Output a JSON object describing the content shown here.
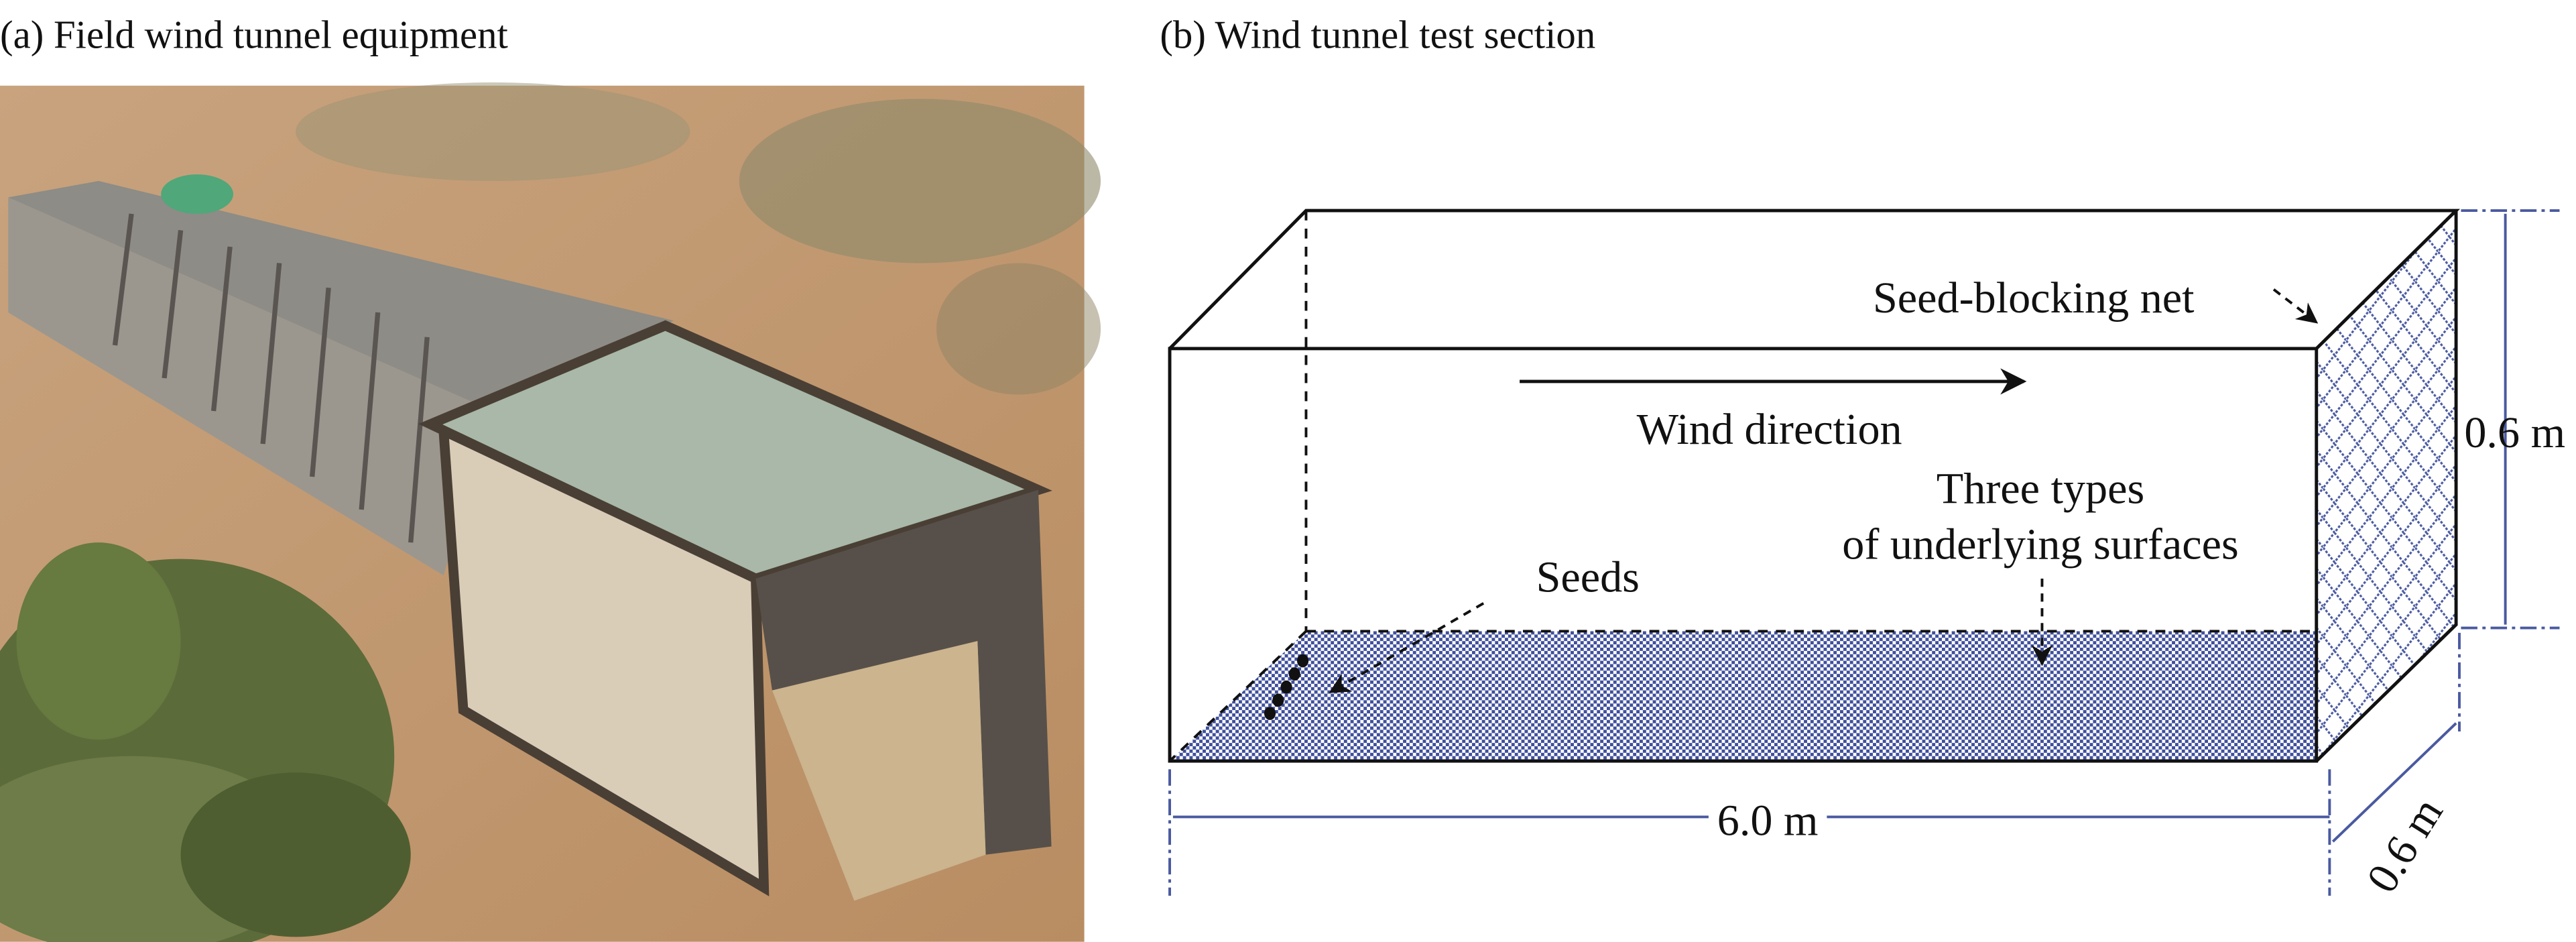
{
  "panel_a": {
    "title": "(a) Field wind tunnel equipment"
  },
  "panel_b": {
    "title": "(b) Wind tunnel test section",
    "labels": {
      "net": "Seed-blocking net",
      "wind": "Wind direction",
      "surfaces_line1": "Three types",
      "surfaces_line2": "of underlying surfaces",
      "seeds": "Seeds"
    },
    "dimensions": {
      "height": "0.6 m",
      "length": "6.0 m",
      "width": "0.6 m"
    },
    "colors": {
      "dimension_line": "#4a5aa0",
      "pattern": "#3f4f9c"
    }
  }
}
